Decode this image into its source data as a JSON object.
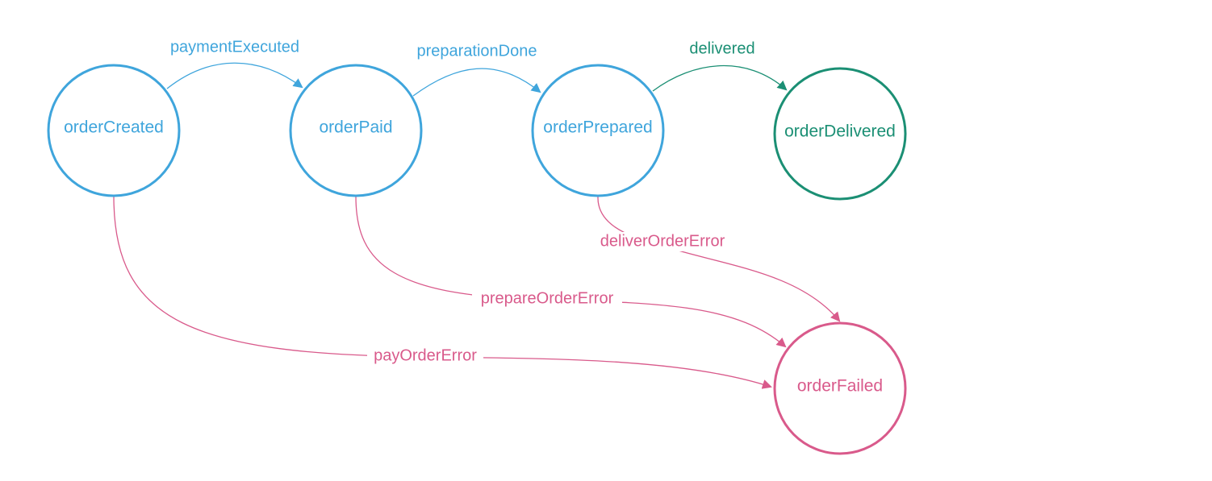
{
  "diagram": {
    "colors": {
      "normal": "#3fa5dc",
      "success": "#1b8f74",
      "error": "#d95a8b"
    },
    "states": {
      "order_created": "orderCreated",
      "order_paid": "orderPaid",
      "order_prepared": "orderPrepared",
      "order_delivered": "orderDelivered",
      "order_failed": "orderFailed"
    },
    "transitions": {
      "payment_executed": "paymentExecuted",
      "preparation_done": "preparationDone",
      "delivered": "delivered",
      "deliver_order_error": "deliverOrderError",
      "prepare_order_error": "prepareOrderError",
      "pay_order_error": "payOrderError"
    }
  }
}
